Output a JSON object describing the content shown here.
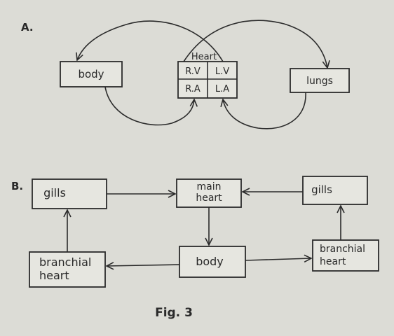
{
  "sections": {
    "a": "A.",
    "b": "B."
  },
  "diagram_a": {
    "body": "body",
    "heart_title": "Heart",
    "rv": "R.V",
    "lv": "L.V",
    "ra": "R.A",
    "la": "L.A",
    "lungs": "lungs"
  },
  "diagram_b": {
    "gills_left": "gills",
    "main_heart_line1": "main",
    "main_heart_line2": "heart",
    "gills_right": "gills",
    "branchial_left_line1": "branchial",
    "branchial_left_line2": "heart",
    "body": "body",
    "branchial_right_line1": "branchial",
    "branchial_right_line2": "heart"
  },
  "caption": "Fig. 3"
}
